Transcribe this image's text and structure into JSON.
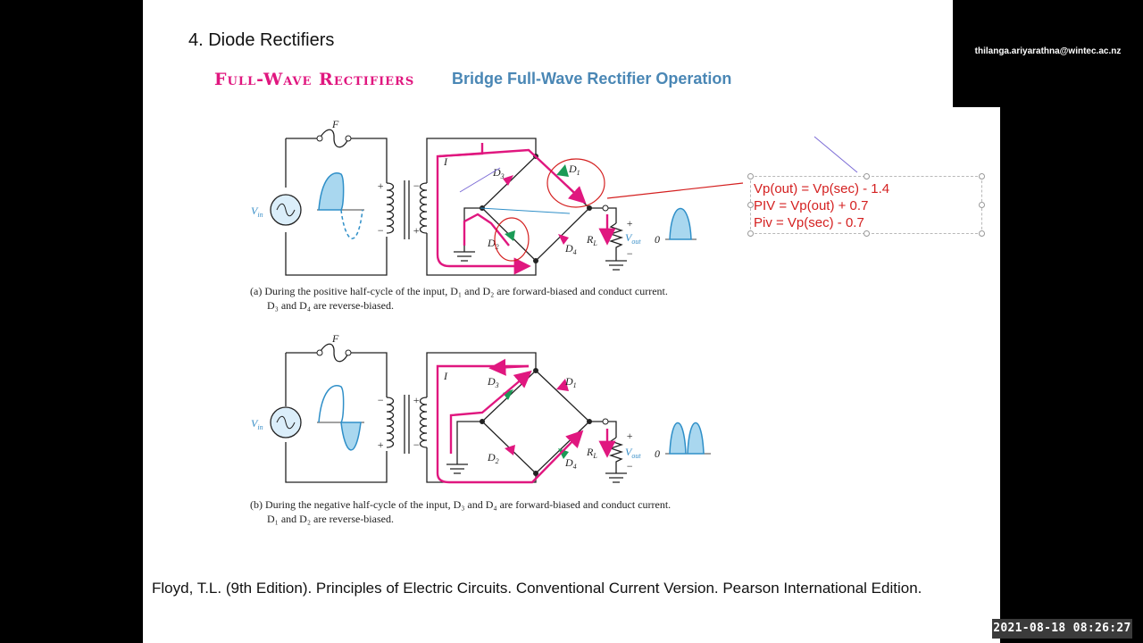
{
  "presenter": {
    "email": "thilanga.ariyarathna@wintec.ac.nz"
  },
  "timestamp": "2021-08-18  08:26:27",
  "slide": {
    "heading": "4. Diode Rectifiers",
    "topic": "Full-Wave Rectifiers",
    "subtitle": "Bridge Full-Wave Rectifier Operation",
    "caption_a_line1": "(a) During the positive half-cycle of the input, D₁ and D₂ are forward-biased and conduct current.",
    "caption_a_line2": "D₃ and D₄ are reverse-biased.",
    "caption_b_line1": "(b) During the negative half-cycle of the input, D₃ and D₄ are forward-biased and conduct current.",
    "caption_b_line2": "D₁ and D₂ are reverse-biased.",
    "reference": "Floyd, T.L. (9th Edition). Principles of Electric Circuits. Conventional Current Version. Pearson International Edition."
  },
  "annotation": {
    "lines": [
      "Vp(out) = Vp(sec) - 1.4",
      "PIV = Vp(out) + 0.7",
      "Piv = Vp(sec) - 0.7"
    ]
  },
  "diagram_labels": {
    "fuse": "F",
    "vin": "V",
    "vin_sub": "in",
    "current": "I",
    "d1": "D",
    "d1_sub": "1",
    "d2": "D",
    "d2_sub": "2",
    "d3": "D",
    "d3_sub": "3",
    "d4": "D",
    "d4_sub": "4",
    "rl": "R",
    "rl_sub": "L",
    "vout": "V",
    "vout_sub": "out",
    "zero": "0",
    "plus": "+",
    "minus": "−"
  },
  "colors": {
    "current_path": "#e0177f",
    "diode_forward": "#1a9b56",
    "annotation": "#d42020",
    "waveform_fill": "#a9d7ef",
    "waveform_line": "#2f8fc8"
  }
}
